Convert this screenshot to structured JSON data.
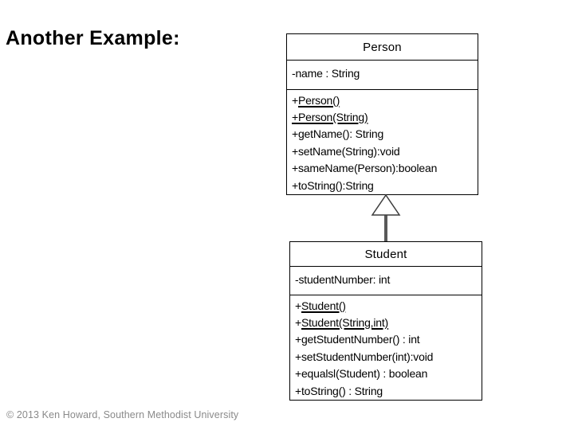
{
  "slide": {
    "title": "Another Example:",
    "footer": "© 2013 Ken Howard, Southern Methodist University"
  },
  "colors": {
    "background": "#ffffff",
    "text": "#000000",
    "box_border": "#000000",
    "box_fill": "#ffffff",
    "footer_text": "#8a8a8a",
    "arrow_stem": "#595959",
    "arrow_outline": "#3d3d3d"
  },
  "diagram": {
    "type": "uml-class-diagram",
    "classes": [
      {
        "name": "Person",
        "attributes": [
          "-name : String"
        ],
        "methods": [
          {
            "text": "+Person()",
            "underline_start": 1
          },
          {
            "text": "+Person(String)",
            "underline_start": 0
          },
          {
            "text": "+getName(): String",
            "underline_start": -1
          },
          {
            "text": "+setName(String):void",
            "underline_start": -1
          },
          {
            "text": "+sameName(Person):boolean",
            "underline_start": -1
          },
          {
            "text": "+toString():String",
            "underline_start": -1
          }
        ]
      },
      {
        "name": "Student",
        "attributes": [
          "-studentNumber: int"
        ],
        "methods": [
          {
            "text": "+Student()",
            "underline_start": 1
          },
          {
            "text": "+Student(String,int)",
            "underline_start": 1
          },
          {
            "text": "+getStudentNumber() : int",
            "underline_start": -1
          },
          {
            "text": "+setStudentNumber(int):void",
            "underline_start": -1
          },
          {
            "text": "+equalsl(Student) : boolean",
            "underline_start": -1
          },
          {
            "text": "+toString() : String",
            "underline_start": -1
          }
        ]
      }
    ],
    "relationship": {
      "type": "inheritance",
      "from": "Student",
      "to": "Person"
    }
  }
}
